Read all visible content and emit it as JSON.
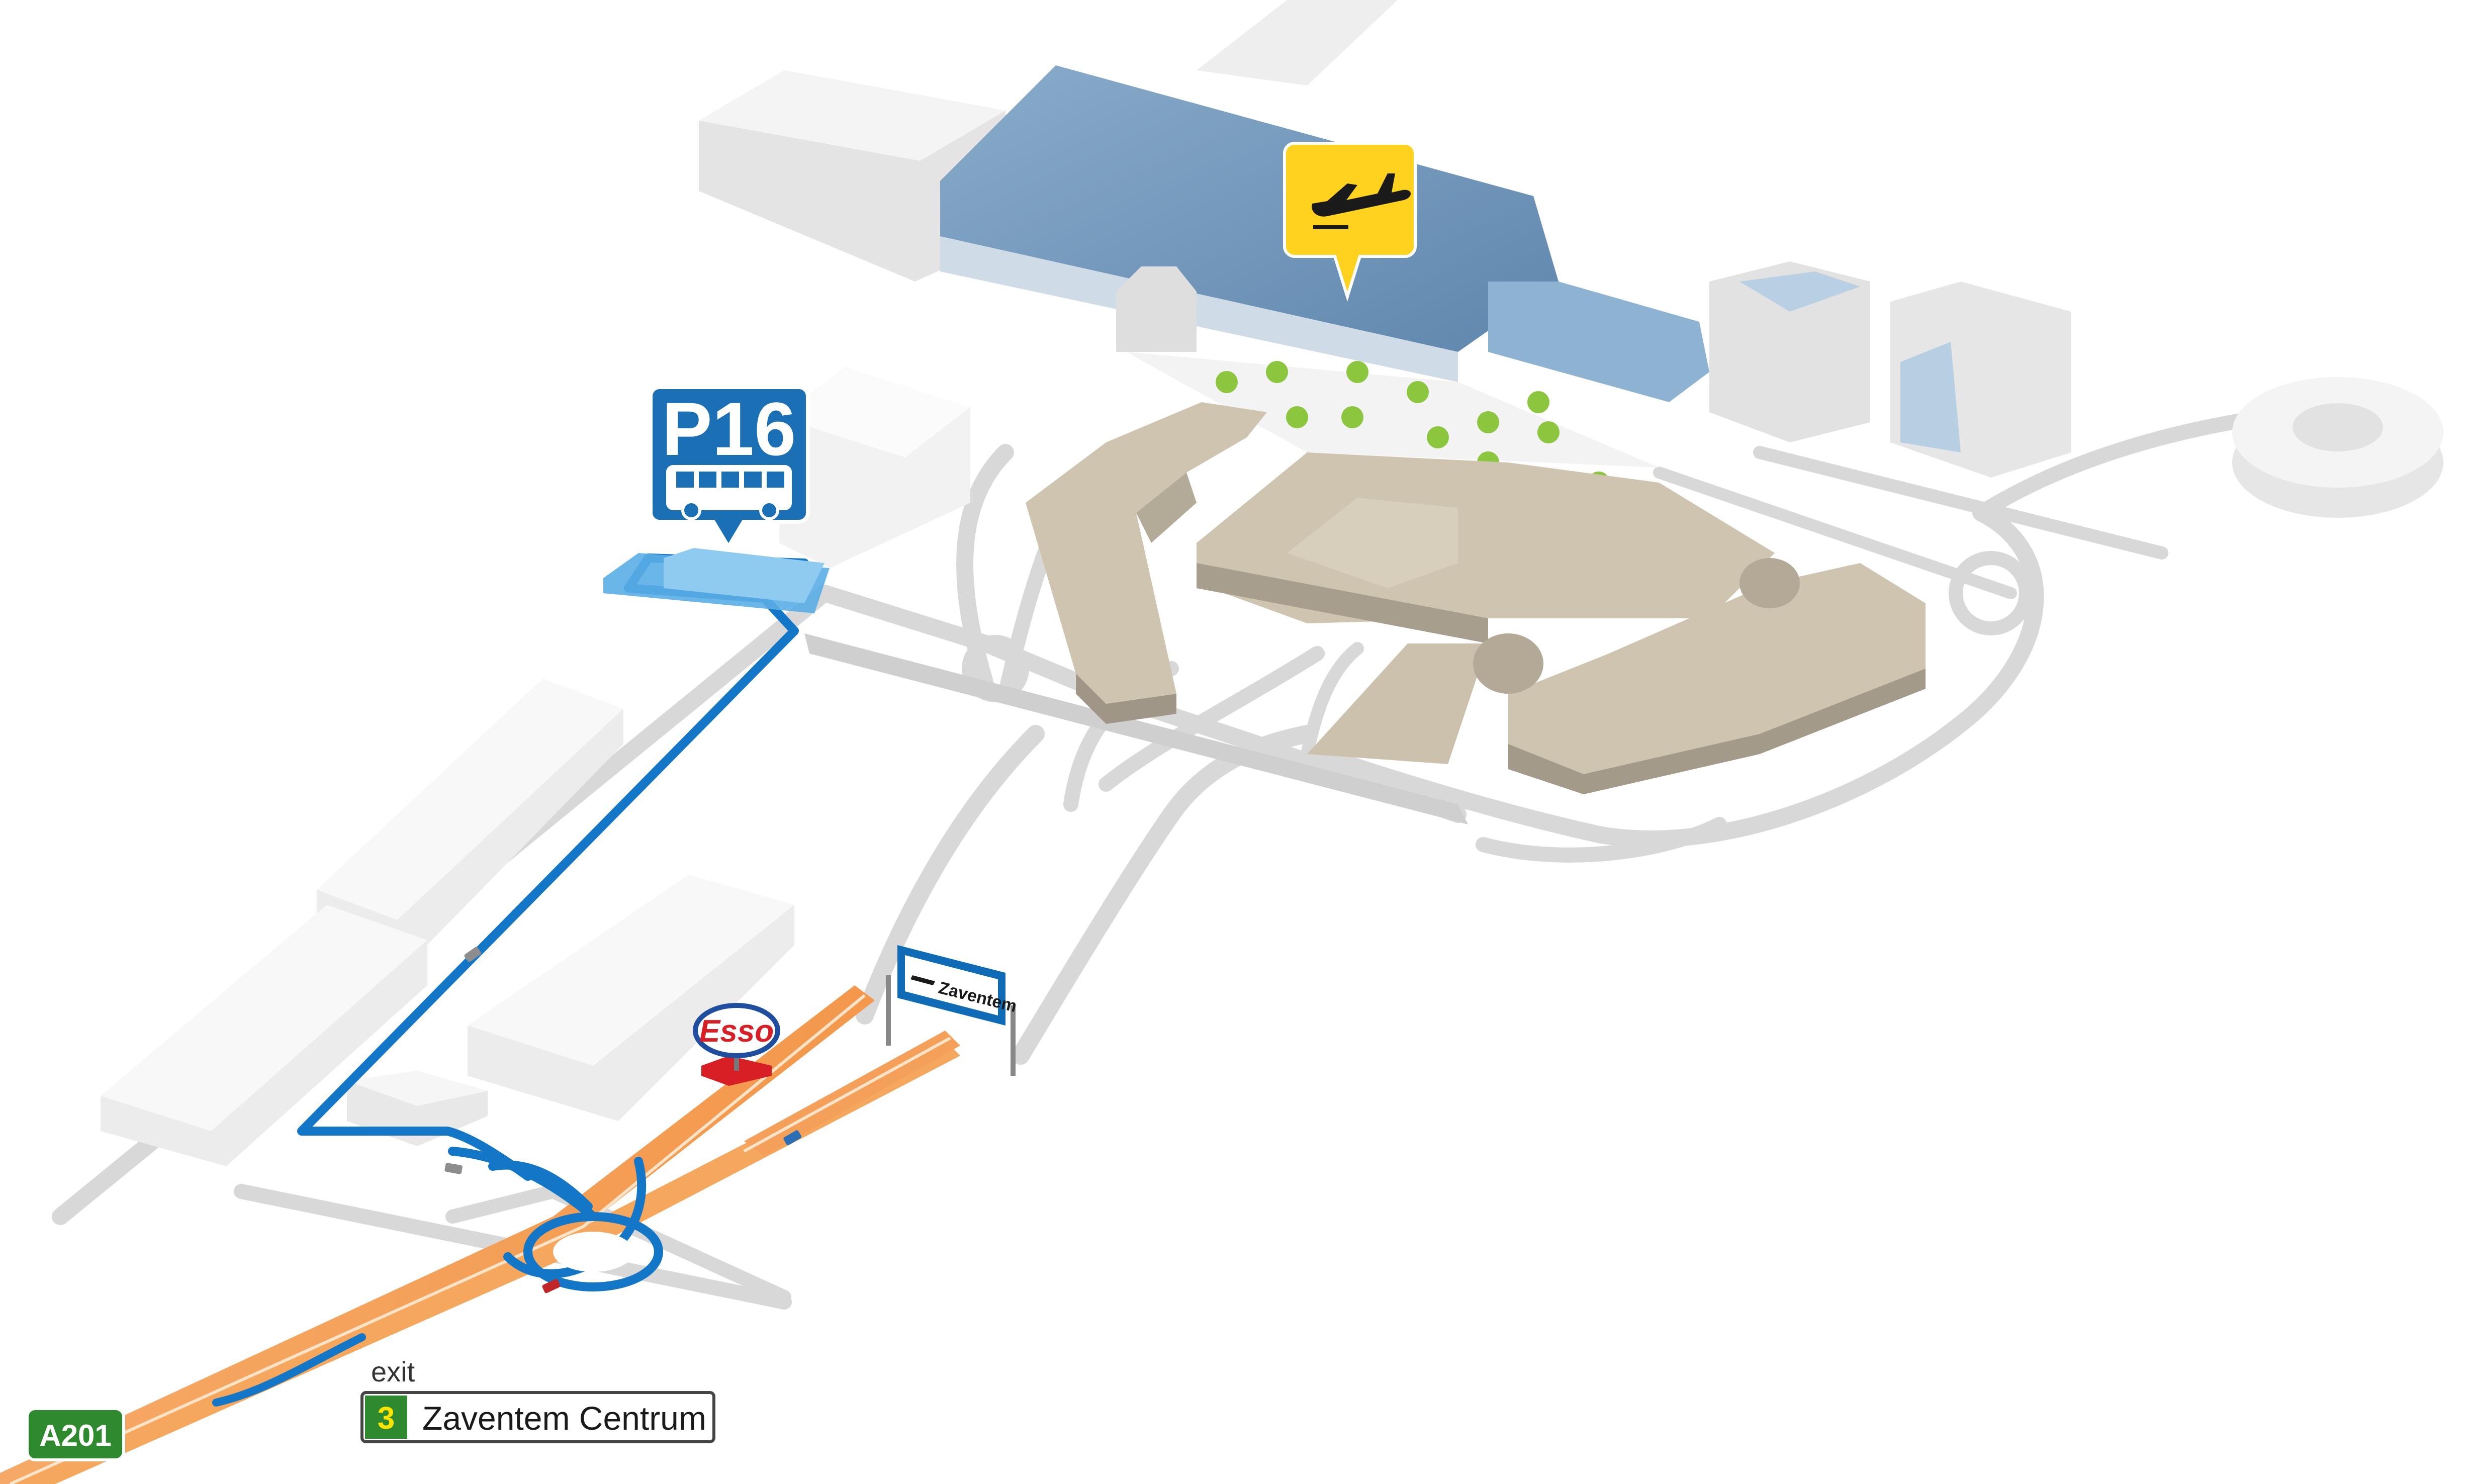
{
  "map": {
    "parking": {
      "label": "P16",
      "icon": "bus-icon"
    },
    "terminal": {
      "icon": "departures-plane-icon"
    },
    "fuel_station": {
      "brand": "Esso"
    },
    "road_sign": {
      "label": "Zaventem",
      "icon": "plane-icon"
    },
    "highway": {
      "label": "A201"
    },
    "exit": {
      "word": "exit",
      "number": "3",
      "name": "Zaventem Centrum"
    },
    "colors": {
      "highway_orange": "#f5a35c",
      "route_blue": "#1476c6",
      "parking_blue": "#1a6fb5",
      "marker_yellow": "#ffd21f",
      "road_gray": "#d6d6d6",
      "building_beige": "#cfc4b0",
      "terminal_blue": "#7a9fc0",
      "exit_green": "#2f8a2f"
    }
  }
}
